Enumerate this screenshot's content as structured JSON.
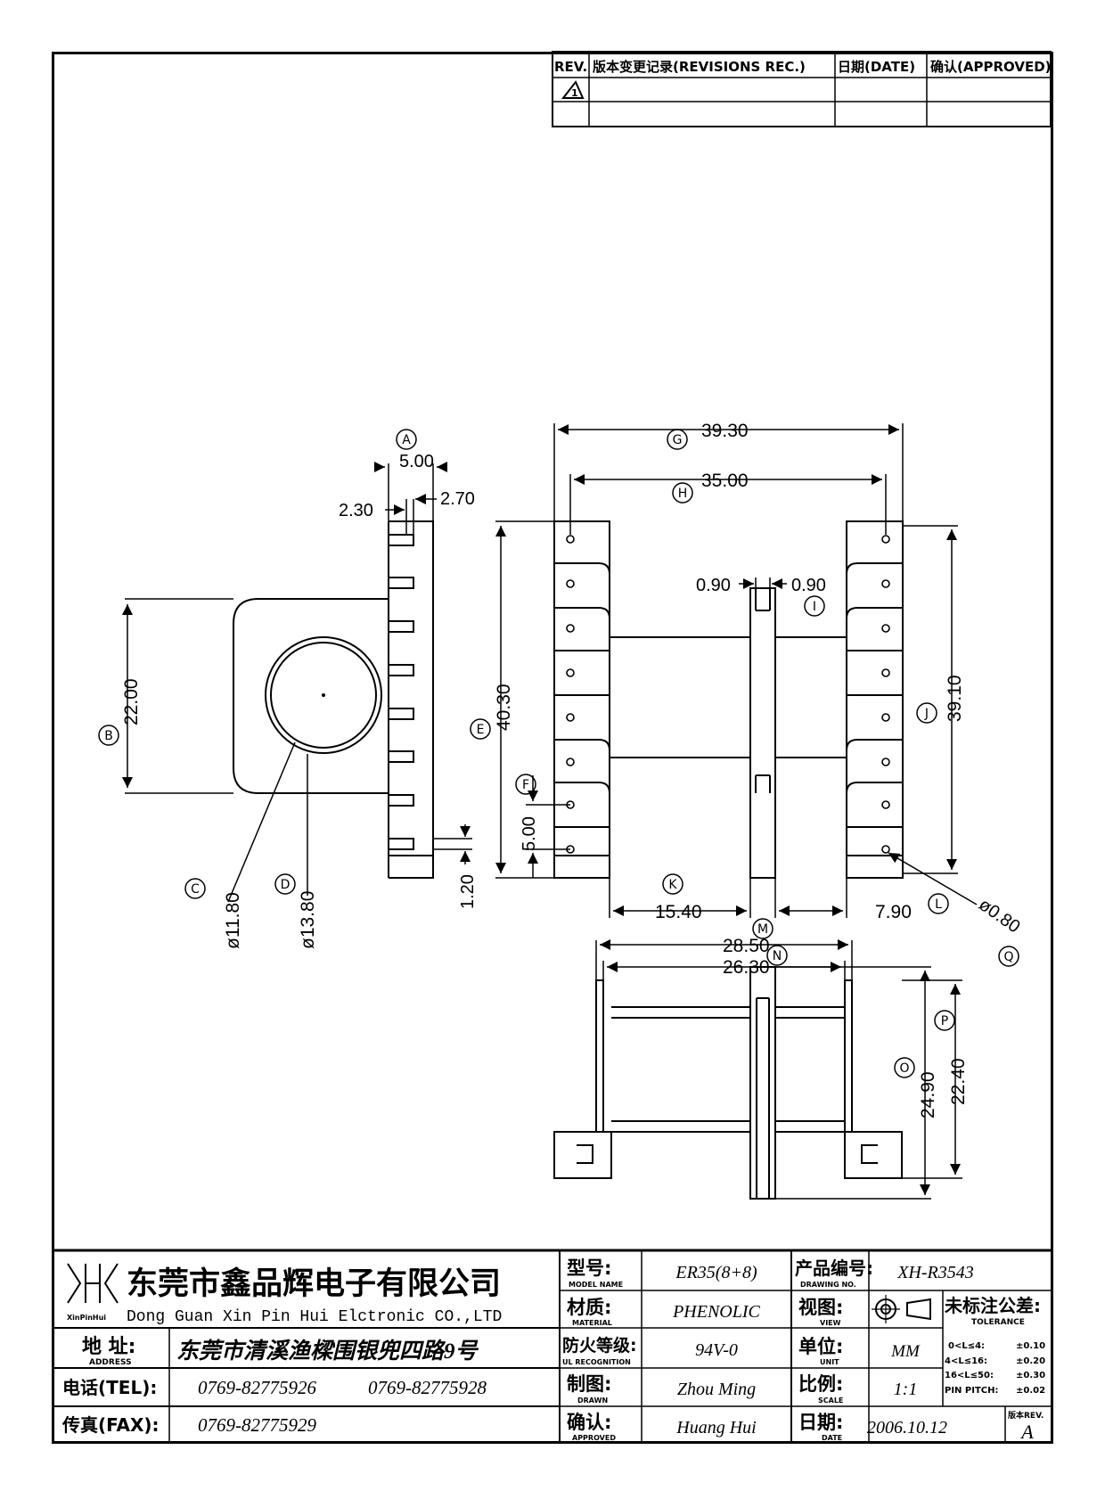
{
  "revision_block": {
    "headers": [
      "REV.",
      "版本变更记录(REVISIONS REC.)",
      "日期(DATE)",
      "确认(APPROVED)"
    ],
    "rev_marker": "1"
  },
  "dimensions": {
    "A": "5.00",
    "top_left": "2.30",
    "top_right": "2.70",
    "B": "22.00",
    "C": "ø11.80",
    "D": "ø13.80",
    "pin_offset": "1.20",
    "G": "39.30",
    "H": "35.00",
    "I_left": "0.90",
    "I_right": "0.90",
    "E": "40.30",
    "F": "5.00",
    "J": "39.10",
    "K": "15.40",
    "L": "7.90",
    "Q": "ø0.80",
    "M": "28.50",
    "N": "26.30",
    "O": "24.90",
    "P": "22.40"
  },
  "callouts": {
    "A": "A",
    "B": "B",
    "C": "C",
    "D": "D",
    "E": "E",
    "F": "F",
    "G": "G",
    "H": "H",
    "I": "I",
    "J": "J",
    "K": "K",
    "L": "L",
    "M": "M",
    "N": "N",
    "O": "O",
    "P": "P",
    "Q": "Q"
  },
  "title_block": {
    "company_cn": "东莞市鑫品辉电子有限公司",
    "company_en": "Dong Guan Xin Pin Hui Elctronic CO.,LTD",
    "logo_text": "XinPinHui",
    "address_label_cn": "地 址:",
    "address_label_en": "ADDRESS",
    "address": "东莞市清溪渔樑围银兜四路9号",
    "tel_label": "电话(TEL):",
    "tel1": "0769-82775926",
    "tel2": "0769-82775928",
    "fax_label": "传真(FAX):",
    "fax": "0769-82775929",
    "model_label_cn": "型号:",
    "model_label_en": "MODEL NAME",
    "model": "ER35(8+8)",
    "material_label_cn": "材质:",
    "material_label_en": "MATERIAL",
    "material": "PHENOLIC",
    "ul_label_cn": "防火等级:",
    "ul_label_en": "UL RECOGNITION",
    "ul": "94V-0",
    "drawn_label_cn": "制图:",
    "drawn_label_en": "DRAWN",
    "drawn": "Zhou Ming",
    "approved_label_cn": "确认:",
    "approved_label_en": "APPROVED",
    "approved": "Huang Hui",
    "drawing_no_label_cn": "产品编号:",
    "drawing_no_label_en": "DRAWING NO.",
    "drawing_no": "XH-R3543",
    "view_label_cn": "视图:",
    "view_label_en": "VIEW",
    "unit_label_cn": "单位:",
    "unit_label_en": "UNIT",
    "unit": "MM",
    "scale_label_cn": "比例:",
    "scale_label_en": "SCALE",
    "scale": "1:1",
    "date_label_cn": "日期:",
    "date_label_en": "DATE",
    "date": "2006.10.12",
    "tolerance_title_cn": "未标注公差:",
    "tolerance_title_en": "TOLERANCE",
    "tolerance_rows": [
      {
        "range": "0<L≤4:",
        "value": "±0.10"
      },
      {
        "range": "4<L≤16:",
        "value": "±0.20"
      },
      {
        "range": "16<L≤50:",
        "value": "±0.30"
      },
      {
        "range": "PIN PITCH:",
        "value": "±0.02"
      }
    ],
    "rev_label": "版本REV.",
    "rev": "A"
  }
}
